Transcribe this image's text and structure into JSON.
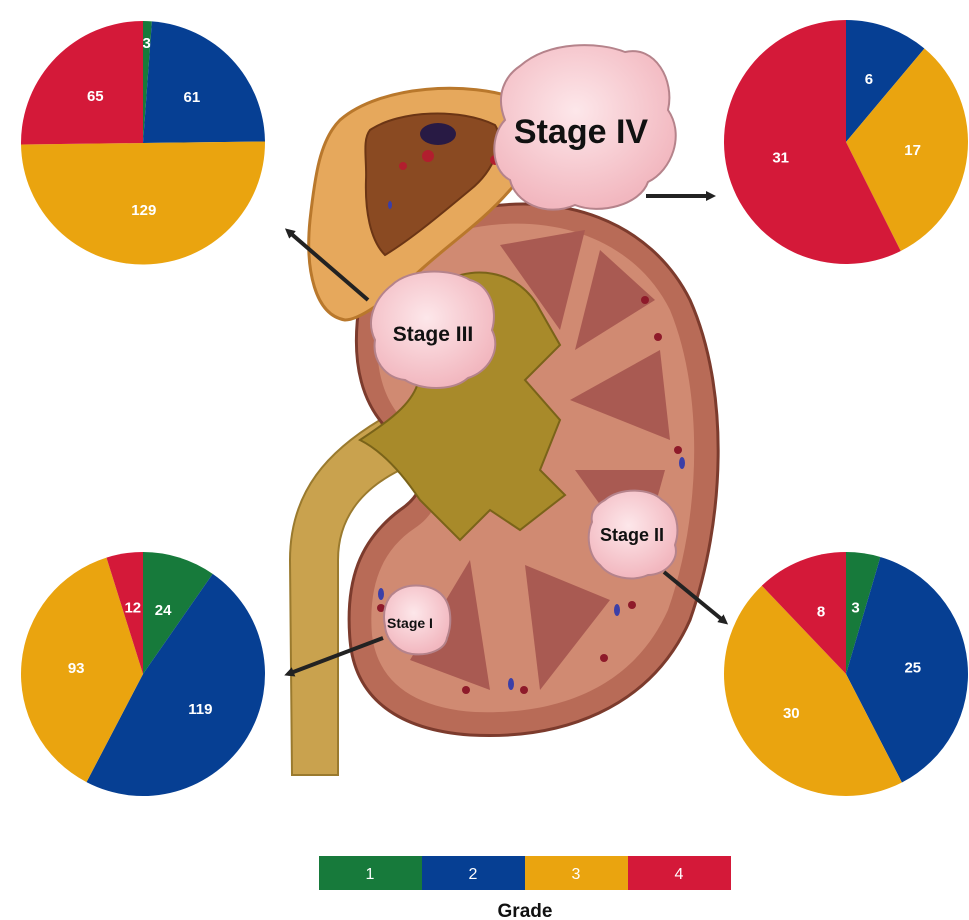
{
  "colors": {
    "grade1": "#177a3b",
    "grade2": "#063f93",
    "grade3": "#eaa40f",
    "grade4": "#d41939"
  },
  "stages": {
    "stage1": "Stage I",
    "stage2": "Stage II",
    "stage3": "Stage III",
    "stage4": "Stage IV"
  },
  "legend": {
    "title": "Grade",
    "grades": [
      "1",
      "2",
      "3",
      "4"
    ]
  },
  "chart_data": [
    {
      "type": "pie",
      "stage": "Stage III",
      "categories": [
        "1",
        "2",
        "3",
        "4"
      ],
      "values": [
        3,
        61,
        129,
        65
      ]
    },
    {
      "type": "pie",
      "stage": "Stage IV",
      "categories": [
        "1",
        "2",
        "3",
        "4"
      ],
      "values": [
        0,
        6,
        17,
        31
      ]
    },
    {
      "type": "pie",
      "stage": "Stage I",
      "categories": [
        "1",
        "2",
        "3",
        "4"
      ],
      "values": [
        24,
        119,
        93,
        12
      ]
    },
    {
      "type": "pie",
      "stage": "Stage II",
      "categories": [
        "1",
        "2",
        "3",
        "4"
      ],
      "values": [
        3,
        25,
        30,
        8
      ]
    }
  ]
}
